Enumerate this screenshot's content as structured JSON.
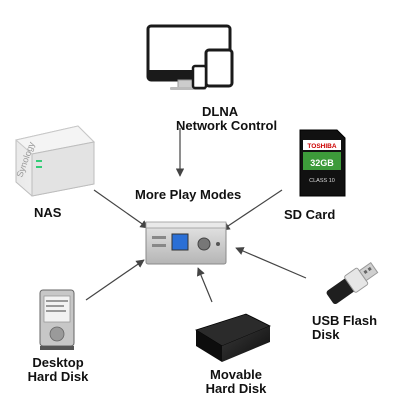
{
  "center": {
    "title": "More Play Modes",
    "device_name": "network-music-player"
  },
  "sources": {
    "dlna": {
      "line1": "DLNA",
      "line2": "Network Control",
      "icon": "monitor-tablet-phone-icon"
    },
    "nas": {
      "label": "NAS",
      "brand": "Synology",
      "icon": "nas-icon"
    },
    "sd": {
      "label": "SD Card",
      "brand": "TOSHIBA",
      "capacity": "32GB",
      "class": "CLASS 10",
      "icon": "sd-card-icon"
    },
    "usb": {
      "line1": "USB Flash",
      "line2": "Disk",
      "icon": "usb-flash-icon"
    },
    "movable": {
      "line1": "Movable",
      "line2": "Hard Disk",
      "icon": "portable-hard-disk-icon"
    },
    "desktop": {
      "line1": "Desktop",
      "line2": "Hard Disk",
      "icon": "desktop-hard-disk-icon"
    }
  },
  "colors": {
    "arrow": "#444444",
    "text": "#111111",
    "device_silver": "#c9c9c9",
    "screen_blue": "#2a6fd6",
    "sd_green": "#3d9b3a"
  }
}
